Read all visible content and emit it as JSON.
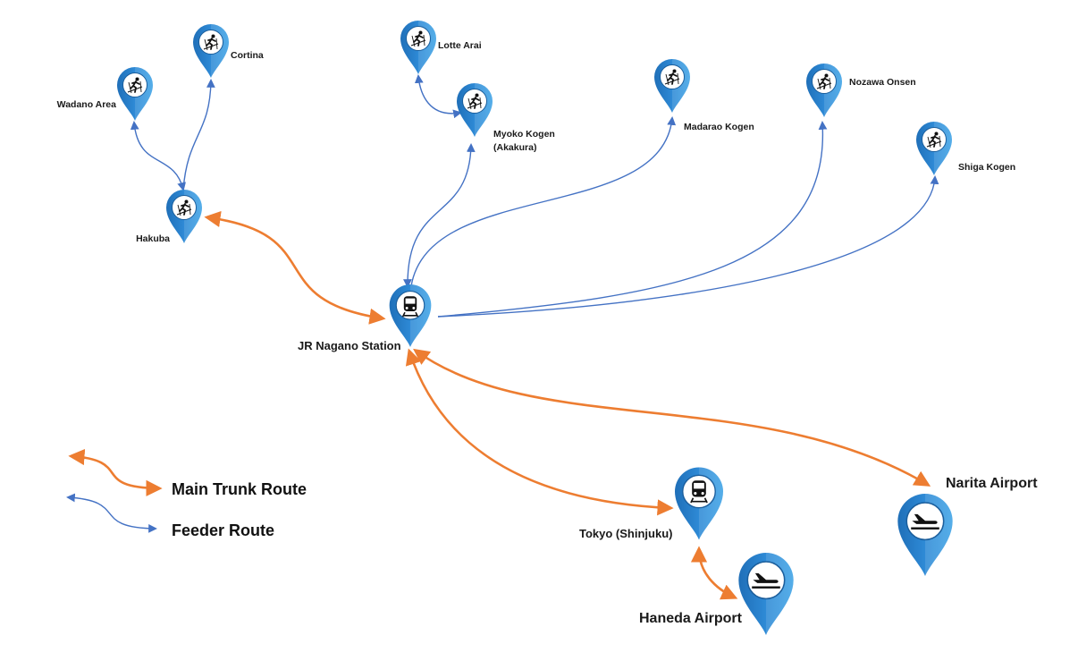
{
  "colors": {
    "trunk": "#ED7D31",
    "feeder": "#4472C4",
    "pin_dark": "#1F6FB8",
    "pin_light": "#3EA3E6",
    "label": "#1A1A1A"
  },
  "nodes": {
    "cortina": {
      "label": "Cortina",
      "icon": "skier-icon"
    },
    "wadano": {
      "label": "Wadano Area",
      "icon": "skier-icon"
    },
    "hakuba": {
      "label": "Hakuba",
      "icon": "skier-icon"
    },
    "lotte_arai": {
      "label": "Lotte Arai",
      "icon": "skier-icon"
    },
    "myoko_kogen": {
      "label_line1": "Myoko Kogen",
      "label_line2": "(Akakura)",
      "icon": "skier-icon"
    },
    "madarao_kogen": {
      "label": "Madarao Kogen",
      "icon": "skier-icon"
    },
    "nozawa_onsen": {
      "label": "Nozawa Onsen",
      "icon": "skier-icon"
    },
    "shiga_kogen": {
      "label": "Shiga Kogen",
      "icon": "skier-icon"
    },
    "jr_nagano": {
      "label": "JR Nagano Station",
      "icon": "train-icon"
    },
    "tokyo": {
      "label": "Tokyo (Shinjuku)",
      "icon": "train-icon"
    },
    "narita": {
      "label": "Narita Airport",
      "icon": "airplane-icon"
    },
    "haneda": {
      "label": "Haneda Airport",
      "icon": "airplane-icon"
    }
  },
  "routes": [
    {
      "from": "Hakuba",
      "to": "JR Nagano Station",
      "type": "trunk"
    },
    {
      "from": "JR Nagano Station",
      "to": "Tokyo (Shinjuku)",
      "type": "trunk"
    },
    {
      "from": "JR Nagano Station",
      "to": "Narita Airport",
      "type": "trunk"
    },
    {
      "from": "Tokyo (Shinjuku)",
      "to": "Haneda Airport",
      "type": "trunk"
    },
    {
      "from": "Hakuba",
      "to": "Wadano Area",
      "type": "feeder"
    },
    {
      "from": "Hakuba",
      "to": "Cortina",
      "type": "feeder"
    },
    {
      "from": "Myoko Kogen (Akakura)",
      "to": "Lotte Arai",
      "type": "feeder"
    },
    {
      "from": "JR Nagano Station",
      "to": "Myoko Kogen (Akakura)",
      "type": "feeder"
    },
    {
      "from": "JR Nagano Station",
      "to": "Madarao Kogen",
      "type": "feeder"
    },
    {
      "from": "JR Nagano Station",
      "to": "Nozawa Onsen",
      "type": "feeder"
    },
    {
      "from": "JR Nagano Station",
      "to": "Shiga Kogen",
      "type": "feeder"
    }
  ],
  "legend": {
    "trunk_label": "Main Trunk Route",
    "feeder_label": "Feeder Route"
  }
}
